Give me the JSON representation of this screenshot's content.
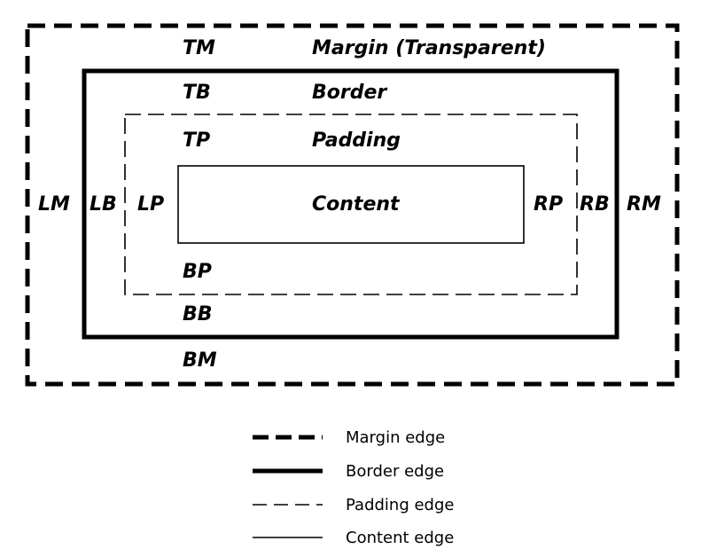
{
  "layers": {
    "margin": {
      "short": [
        "TM",
        "BM",
        "LM",
        "RM"
      ],
      "title": "Margin (Transparent)"
    },
    "border": {
      "short": [
        "TB",
        "BB",
        "LB",
        "RB"
      ],
      "title": "Border"
    },
    "padding": {
      "short": [
        "TP",
        "BP",
        "LP",
        "RP"
      ],
      "title": "Padding"
    },
    "content": {
      "title": "Content"
    }
  },
  "legend": [
    {
      "label": "Margin edge",
      "line_style": "thick-dashed"
    },
    {
      "label": "Border edge",
      "line_style": "thick-solid"
    },
    {
      "label": "Padding edge",
      "line_style": "thin-dashed"
    },
    {
      "label": "Content edge",
      "line_style": "thin-solid"
    }
  ],
  "colors": {
    "stroke": "#000000",
    "background": "#ffffff"
  }
}
